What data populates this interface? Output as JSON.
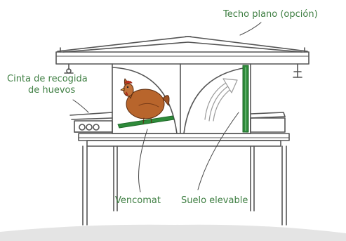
{
  "labels": {
    "roof": "Techo plano (opción)",
    "belt_line1": "Cinta de recogida",
    "belt_line2": "de huevos",
    "vencomat": "Vencomat",
    "floor": "Suelo elevable"
  },
  "colors": {
    "label_text": "#3f7f43",
    "line": "#555555",
    "green_slat": "#2e8b3a",
    "hen_body": "#b8652c",
    "hen_comb": "#d63a22",
    "ground": "#dcdcdc"
  },
  "icons": [
    "hen-icon",
    "arrow-up-right-icon"
  ]
}
